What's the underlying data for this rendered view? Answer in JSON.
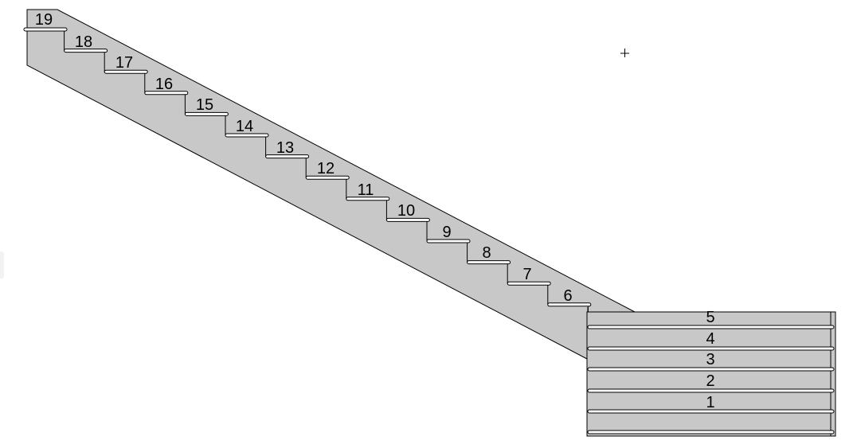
{
  "colors": {
    "stringer_fill": "#c8c8c8",
    "line": "#000000",
    "tread_edge": "#ffffff",
    "background": "#ffffff"
  },
  "cursor": {
    "icon": "crosshair-icon",
    "glyph": "+"
  },
  "flight_upper": {
    "step_numbers": [
      "6",
      "7",
      "8",
      "9",
      "10",
      "11",
      "12",
      "13",
      "14",
      "15",
      "16",
      "17",
      "18",
      "19"
    ]
  },
  "flight_lower": {
    "step_numbers": [
      "1",
      "2",
      "3",
      "4",
      "5"
    ]
  }
}
